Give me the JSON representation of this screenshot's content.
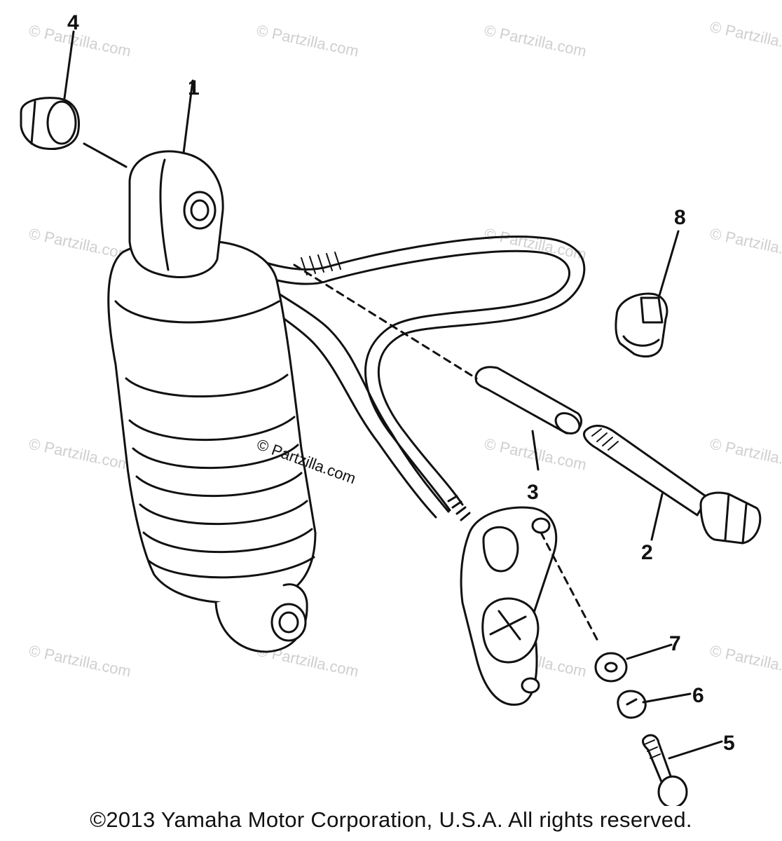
{
  "diagram": {
    "callouts": [
      {
        "label": "4"
      },
      {
        "label": "1"
      },
      {
        "label": "8"
      },
      {
        "label": "3"
      },
      {
        "label": "2"
      },
      {
        "label": "7"
      },
      {
        "label": "6"
      },
      {
        "label": "5"
      }
    ],
    "watermark_text": "© Partzilla.com",
    "center_watermark": "© Partzilla.com"
  },
  "footer": {
    "copyright": "©2013 Yamaha Motor Corporation, U.S.A. All rights reserved."
  }
}
